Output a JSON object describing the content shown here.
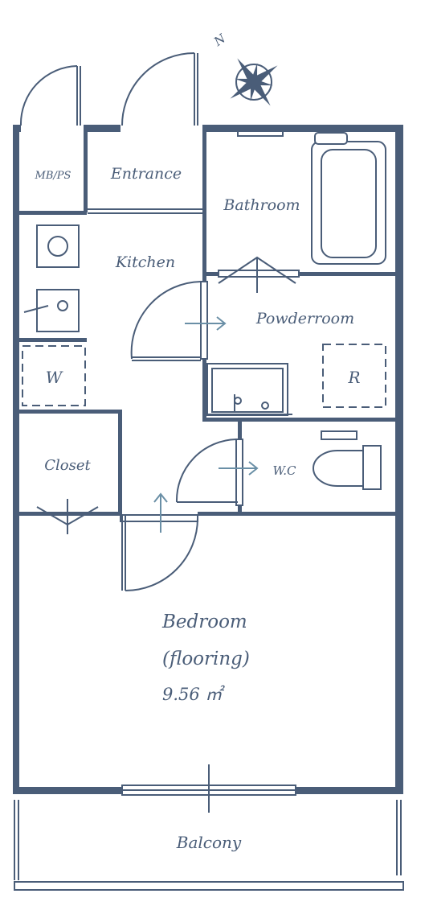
{
  "compass": {
    "label": "N",
    "icon": "compass-rose-icon"
  },
  "rooms": {
    "mbps": "MB/PS",
    "entrance": "Entrance",
    "bathroom": "Bathroom",
    "kitchen": "Kitchen",
    "powderroom": "Powderroom",
    "washer": "W",
    "refrigerator": "R",
    "closet": "Closet",
    "wc": "W.C",
    "bedroom": "Bedroom",
    "bedroom_floor": "(flooring)",
    "bedroom_area": "9.56 ㎡",
    "balcony": "Balcony"
  },
  "colors": {
    "wall": "#4a5d78",
    "arrow": "#6a8fa6"
  }
}
